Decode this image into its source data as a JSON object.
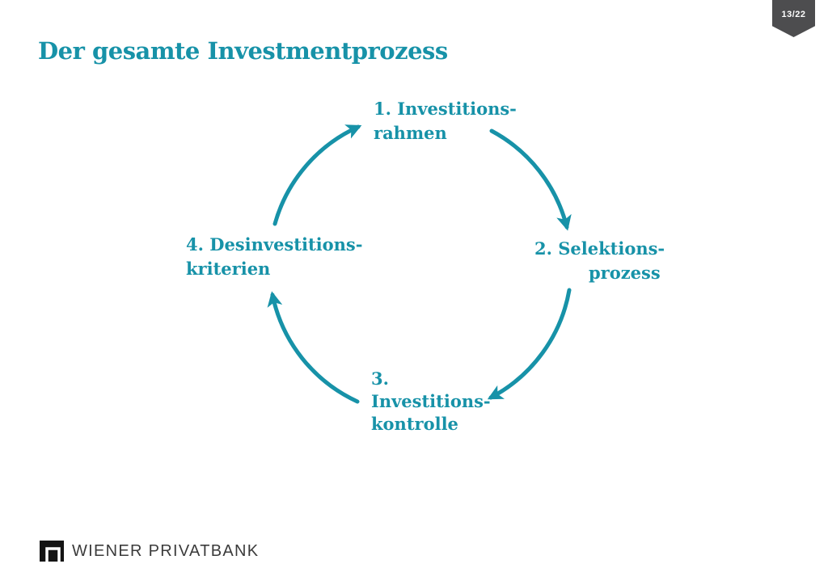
{
  "page": {
    "badge": "13/22",
    "title": "Der gesamte Investmentprozess"
  },
  "diagram": {
    "type": "cycle",
    "direction": "clockwise",
    "steps": [
      {
        "label": "1. Investitionsrahmen",
        "position": "top",
        "lines": [
          "1. Investitions-",
          "rahmen"
        ]
      },
      {
        "label": "2. Selektionsprozess",
        "position": "right",
        "lines": [
          "2. Selektions-",
          "prozess"
        ]
      },
      {
        "label": "3. Investitionskontrolle",
        "position": "bottom",
        "lines": [
          "3.",
          "Investitions-",
          "kontrolle"
        ]
      },
      {
        "label": "4. Desinvestitionskriterien",
        "position": "left",
        "lines": [
          "4. Desinvestitions-",
          "kriterien"
        ]
      }
    ]
  },
  "footer": {
    "brand": "WIENER PRIVATBANK"
  },
  "icons": {
    "brand_logo": "black square with white gate (open-bottom square) outline"
  },
  "colors": {
    "accent": "#1792a8",
    "badge_bg": "#4d4d4f",
    "badge_text": "#ffffff",
    "brand_text": "#3b3b3b",
    "logo_black": "#141414",
    "background": "#ffffff"
  }
}
